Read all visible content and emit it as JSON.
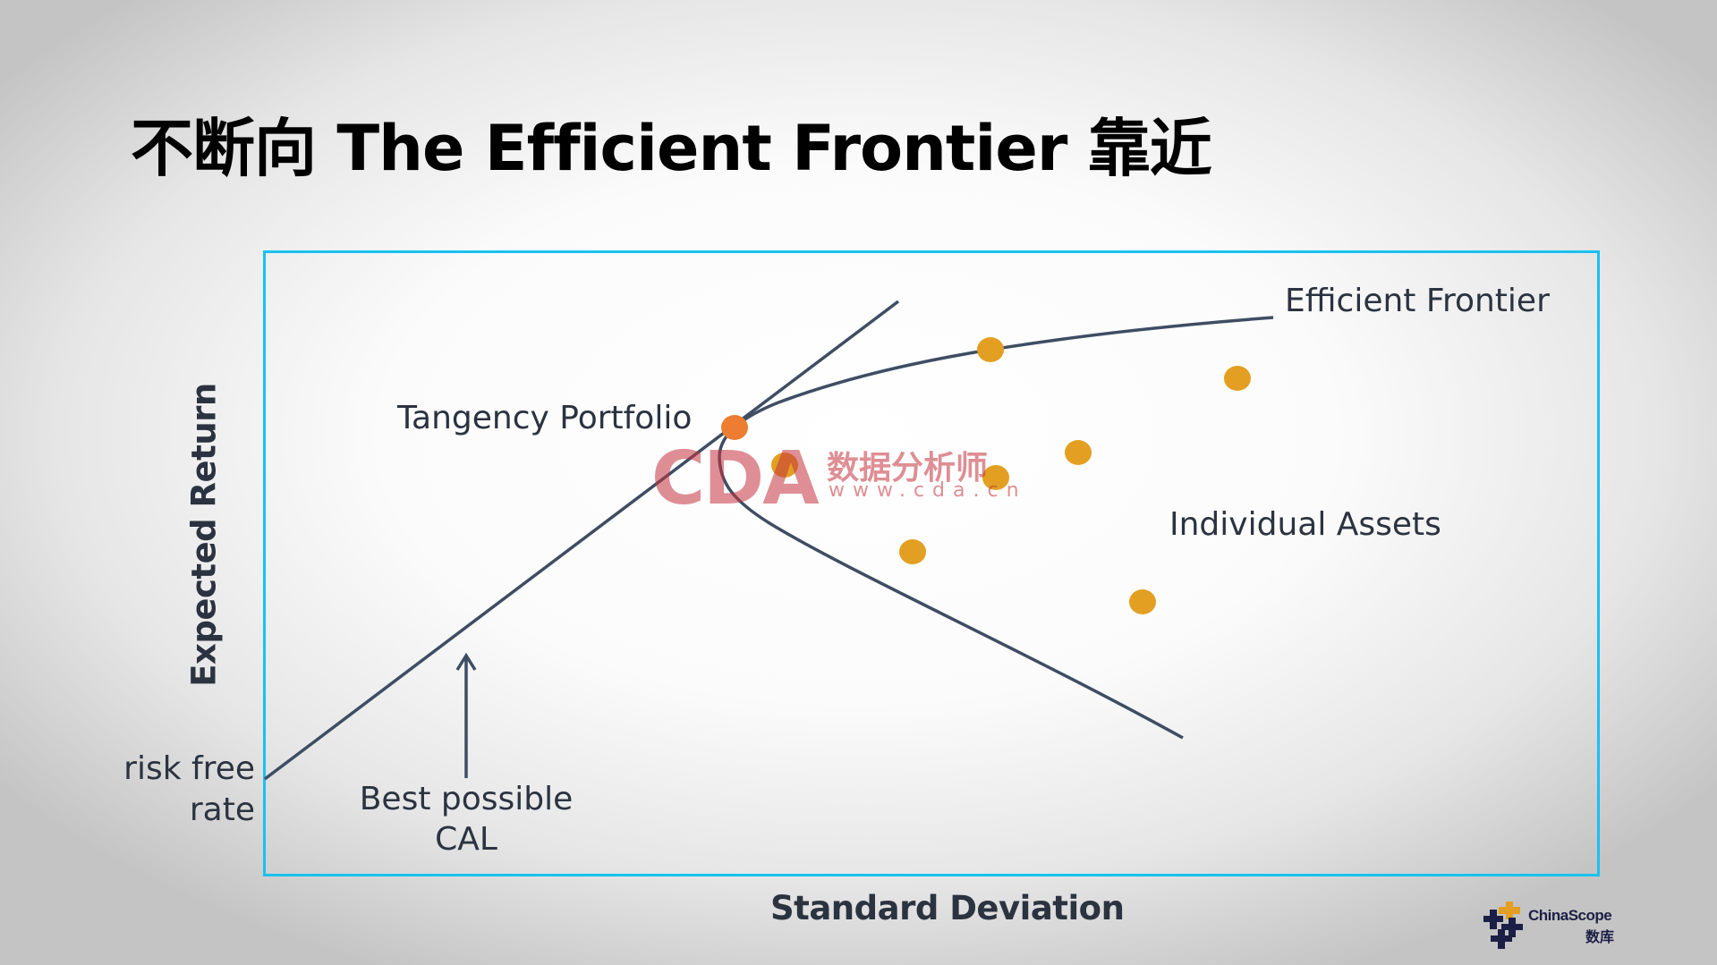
{
  "slide": {
    "title": "不断向 The Efficient Frontier 靠近"
  },
  "chart_data": {
    "type": "scatter",
    "title": "不断向 The Efficient Frontier 靠近",
    "xlabel": "Standard Deviation",
    "ylabel": "Expected Return",
    "grid": false,
    "legend": "none",
    "annotations": [
      {
        "text": "Efficient Frontier",
        "target": "efficient_frontier_curve"
      },
      {
        "text": "Tangency Portfolio",
        "target": "tangency_point"
      },
      {
        "text": "Individual Assets",
        "target": "asset_points"
      },
      {
        "text": "risk free rate",
        "target": "cal_intercept"
      },
      {
        "text": "Best possible CAL",
        "target": "capital_allocation_line",
        "arrow": true
      }
    ],
    "series": [
      {
        "name": "Capital Allocation Line (CAL)",
        "kind": "line",
        "from": "risk free rate",
        "through": "Tangency Portfolio"
      },
      {
        "name": "Efficient Frontier",
        "kind": "curve",
        "shape": "hyperbola opening right"
      },
      {
        "name": "Tangency Portfolio",
        "kind": "point",
        "count": 1
      },
      {
        "name": "Individual Assets",
        "kind": "point",
        "count": 8
      }
    ],
    "colors": {
      "curve": "#3e4d63",
      "tangency_point": "#ec7d31",
      "asset_points": "#e39f22",
      "frame": "#19c1f0"
    }
  },
  "labels": {
    "efficient_frontier": "Efficient Frontier",
    "tangency_portfolio": "Tangency Portfolio",
    "individual_assets": "Individual Assets",
    "risk_free_line1": "risk free",
    "risk_free_line2": "rate",
    "best_cal_line1": "Best possible",
    "best_cal_line2": "CAL",
    "x_axis": "Standard Deviation",
    "y_axis": "Expected Return"
  },
  "watermark": {
    "brand": "CDA",
    "cn": "数据分析师",
    "url": "www.cda.cn"
  },
  "logo": {
    "name": "ChinaScope",
    "cn": "数库"
  }
}
